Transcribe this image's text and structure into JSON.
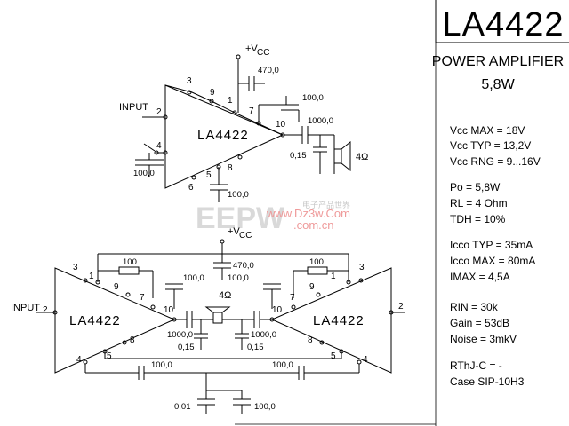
{
  "title": "LA4422",
  "subtitle": "POWER AMPLIFIER",
  "power": "5,8W",
  "specs": [
    "Vcc MAX = 18V",
    "Vcc TYP = 13,2V",
    "Vcc RNG = 9...16V",
    "Po = 5,8W",
    "RL = 4 Ohm",
    "TDH = 10%",
    "Icco TYP = 35mA",
    "Icco MAX = 80mA",
    "IMAX = 4,5A",
    "RIN = 30k",
    "Gain = 53dB",
    "Noise = 3mkV",
    "RThJ-C = -",
    "Case SIP-10H3"
  ],
  "watermark": {
    "logo": "EEPW",
    "url1": "www.Dz3w.Com",
    "url2": ".com.cn",
    "cn": "电子产品世界"
  },
  "top": {
    "chip": "LA4422",
    "input": "INPUT",
    "vcc_main": "+V",
    "vcc_sub": "CC",
    "c_470": "470,0",
    "c_100_a": "100,0",
    "c_1000": "1000,0",
    "c_015": "0,15",
    "c_100_in": "100,0",
    "c_100_b": "100,0",
    "speaker": "4Ω",
    "pins": [
      "3",
      "9",
      "1",
      "2",
      "4",
      "7",
      "10",
      "8",
      "5",
      "6"
    ]
  },
  "bottom": {
    "chip_left": "LA4422",
    "chip_right": "LA4422",
    "input": "INPUT",
    "vcc_main": "+V",
    "vcc_sub": "CC",
    "c_470": "470,0",
    "r_100_l": "100",
    "r_100_r": "100",
    "c_100_l": "100,0",
    "c_100_r": "100,0",
    "c_1000_l": "1000,0",
    "c_1000_r": "1000,0",
    "c_015_l": "0,15",
    "c_015_r": "0,15",
    "speaker": "4Ω",
    "c_100_bl": "100,0",
    "c_100_br": "100,0",
    "c_001": "0,01",
    "c_100_gnd": "100,0",
    "pins_left": [
      "3",
      "1",
      "9",
      "7",
      "2",
      "10",
      "8",
      "5",
      "4"
    ],
    "pins_right": [
      "3",
      "1",
      "9",
      "7",
      "2",
      "10",
      "8",
      "5",
      "4"
    ]
  }
}
